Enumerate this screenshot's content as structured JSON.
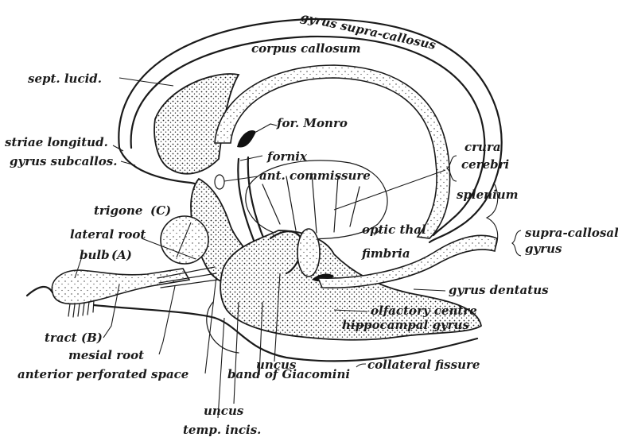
{
  "labels": {
    "gyrus_supra_callosus": "gyrus supra-callosus",
    "corpus_callosum": "corpus callosum",
    "sept_lucid": "sept. lucid.",
    "for_monro": "for. Monro",
    "fornix": "fornix",
    "crura": "crura",
    "cerebri": "cerebri",
    "ant_commissure": "ant. commissure",
    "striae_longitud": "striae longitud.",
    "gyrus_subcallos": "gyrus subcallos.",
    "splenium": "splenium",
    "trigone": "trigone",
    "trigone_letter": "(C)",
    "lateral_root": "lateral root",
    "bulb": "bulb",
    "bulb_letter": "(A)",
    "optic_thal": "optic thal",
    "fimbria": "fimbria",
    "supra_callosal": "supra-callosal",
    "gyrus": "gyrus",
    "gyrus_dentatus": "gyrus dentatus",
    "olfactory_centre": "olfactory centre",
    "hippocampal_gyrus": "hippocampal gyrus",
    "tract": "tract",
    "tract_letter": "(B)",
    "mesial_root": "mesial root",
    "uncus_1": "uncus",
    "collateral_fissure": "collateral fissure",
    "anterior_perforated_space": "anterior perforated space",
    "band_of_giacomini": "band of Giacomini",
    "uncus_2": "uncus",
    "temp_incis": "temp. incis."
  }
}
